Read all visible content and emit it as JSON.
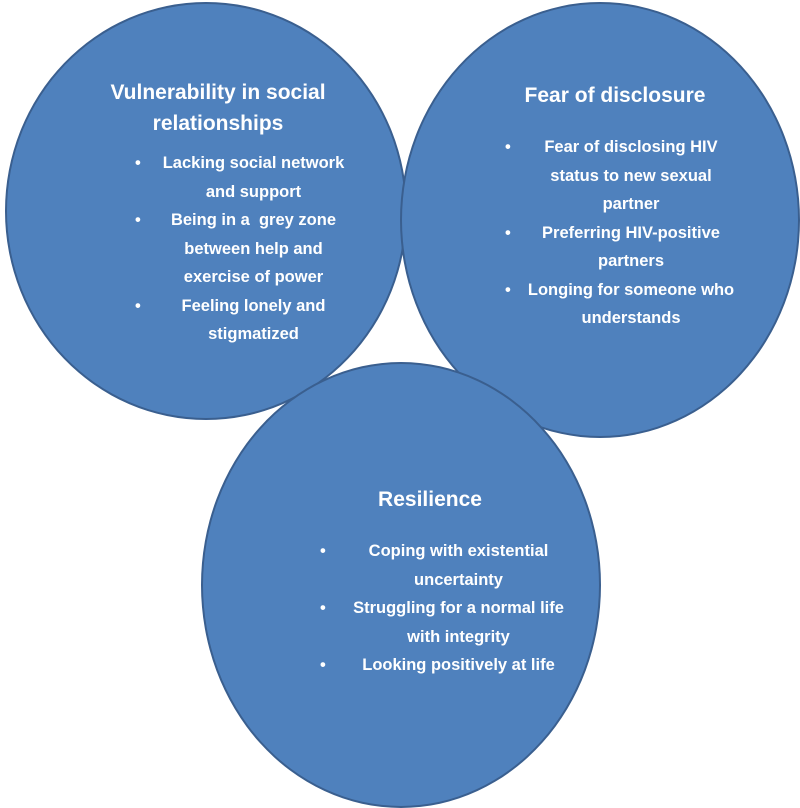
{
  "colors": {
    "circle_fill": "#4f81bd",
    "circle_border": "#3a5f8f",
    "text": "#ffffff"
  },
  "bullet_glyph": "•",
  "circles": {
    "left": {
      "heading": "Vulnerability in social relationships",
      "items": [
        "Lacking social network and support",
        "Being in a  grey zone between help and exercise of power",
        "Feeling lonely and stigmatized"
      ]
    },
    "right": {
      "heading": "Fear of disclosure",
      "items": [
        "Fear of disclosing HIV status to new sexual partner",
        "Preferring HIV-positive partners",
        "Longing for someone who understands"
      ]
    },
    "bottom": {
      "heading": "Resilience",
      "items": [
        "Coping with existential uncertainty",
        "Struggling for a normal life with integrity",
        "Looking positively at life"
      ]
    }
  }
}
